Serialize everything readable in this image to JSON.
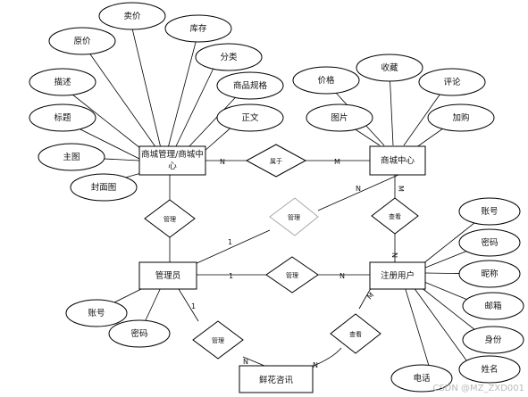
{
  "entities": {
    "mall_mgmt_line1": "商城管理/商城中",
    "mall_mgmt_line2": "心",
    "mall_center": "商城中心",
    "admin": "管理员",
    "user": "注册用户",
    "flower_news": "鲜花咨讯"
  },
  "relationships": {
    "belongs_to": "属于",
    "manage_mall": "管理",
    "manage_center": "管理",
    "admin_user": "管理",
    "view_center": "查看",
    "admin_news": "管理",
    "user_news": "查看"
  },
  "attributes": {
    "mall_mgmt": [
      "卖价",
      "原价",
      "库存",
      "分类",
      "描述",
      "商品规格",
      "标题",
      "正文",
      "主图",
      "封面图"
    ],
    "mall_center": [
      "价格",
      "收藏",
      "评论",
      "图片",
      "加购"
    ],
    "user": [
      "账号",
      "密码",
      "昵称",
      "邮箱",
      "身份",
      "姓名",
      "电话"
    ],
    "admin": [
      "账号",
      "密码"
    ]
  },
  "cardinalities": {
    "mgmt_belongs": "N",
    "center_belongs": "M",
    "center_to_admin": "N",
    "admin_to_center": "1",
    "center_view": "M",
    "user_view": "N",
    "admin_user_admin": "1",
    "admin_user_user": "N",
    "admin_news_admin": "1",
    "admin_news_news": "N",
    "user_news_user": "M",
    "user_news_news": "N"
  },
  "watermark": "CSDN @MZ_ZXD001"
}
